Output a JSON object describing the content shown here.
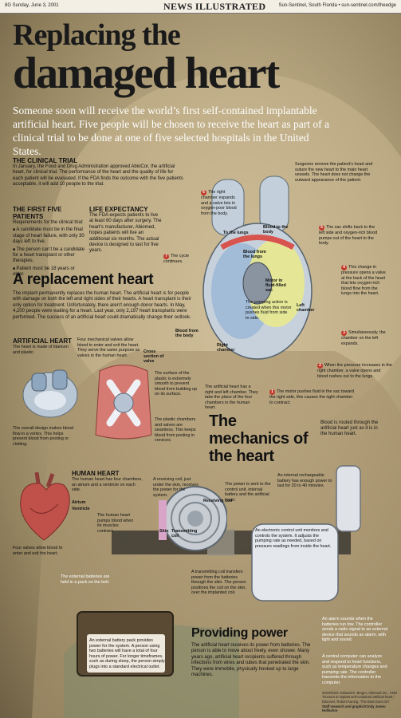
{
  "masthead": {
    "left": "8G   Sunday, June 3, 2001",
    "center": "NEWS ILLUSTRATED",
    "right": "Sun-Sentinel, South Florida • sun-sentinel.com/theedge"
  },
  "title": {
    "line1": "Replacing the",
    "line2": "damaged heart"
  },
  "intro": "Someone soon will receive the world’s first self-contained implantable artificial heart. Five people will be chosen to receive the heart as part of a clinical trial to be done at one of five selected hospitals in the United States.",
  "clinical_trial": {
    "heading": "THE CLINICAL TRIAL",
    "text": "In January, the Food and Drug Administration approved AbioCor, the artificial heart, for clinical trial. The performance of the heart and the quality of life for each patient will be evaluated. If the FDA finds the outcome with the five patients acceptable, it will add 10 people to the trial."
  },
  "first_five": {
    "heading": "THE FIRST FIVE PATIENTS",
    "intro": "Requirements for the clinical trial:",
    "bullets": [
      "A candidate must be in the final stage of heart failure, with only 30 days left to live.",
      "The person can’t be a candidate for a heart transplant or other therapies.",
      "Patient must be 18 years or older."
    ]
  },
  "life_expectancy": {
    "heading": "LIFE EXPECTANCY",
    "text": "The FDA expects patients to live at least 60 days after surgery. The heart’s manufacturer, Abiomed, hopes patients will live an additional six months. The actual device is designed to last for five years."
  },
  "replacement": {
    "heading": "A replacement heart",
    "text": "The implant permanently replaces the human heart. The artificial heart is for people with damage on both the left and right sides of their hearts. A heart transplant is their only option for treatment. Unfortunately, there aren’t enough donor hearts. In May, 4,200 people were waiting for a heart. Last year, only 2,197 heart transplants were performed. The success of an artificial heart could dramatically change their outlook."
  },
  "artificial_heart": {
    "heading": "ARTIFICIAL HEART",
    "text": "The heart is made of titanium and plastic."
  },
  "four_valves": "Four mechanical valves allow blood to enter and exit the heart. They serve the same purpose as valves in the human heart.",
  "cross_section": "Cross section of valve",
  "surface": "The surface of the plastic is extremely smooth to prevent blood from building up on its surface.",
  "plastic_chambers": "The plastic chambers and valves are seamless. This keeps blood from pooling in crevices.",
  "overall_design": "The overall design makes blood flow in a vortex. This helps prevent blood from pooling or clotting.",
  "human_heart": {
    "heading": "HUMAN HEART",
    "text": "The human heart has four chambers, an atrium and a ventricle on each side.",
    "atrium": "Atrium",
    "ventricle": "Ventricle",
    "pumps": "The human heart pumps blood when its muscles contract.",
    "valves": "Four valves allow blood to enter and exit the heart."
  },
  "surgeons": "Surgeons remove the patient’s heart and suture the new heart to the main heart vessels. The heart does not change the outward appearance of the patient.",
  "steps": [
    {
      "n": "1",
      "text": "The motor pushes fluid in the sac toward the right side, this causes the right chamber to contract."
    },
    {
      "n": "2",
      "text": "When the pressure increases in the right chamber, a valve opens and blood rushes out to the lungs."
    },
    {
      "n": "3",
      "text": "Simultaneously, the chamber on the left expands."
    },
    {
      "n": "4",
      "text": "This change in pressure opens a valve at the back of the heart that lets oxygen-rich blood flow from the lungs into the heart."
    },
    {
      "n": "5",
      "text": "The sac shifts back to the left side and oxygen-rich blood pumps out of the heart to the body."
    },
    {
      "n": "6",
      "text": "The right chamber expands and a valve lets in oxygen-poor blood from the body."
    },
    {
      "n": "7",
      "text": "The cycle continues."
    }
  ],
  "heart_labels": {
    "to_lungs": "To the lungs",
    "to_body": "Blood to the body",
    "from_lungs": "Blood from the lungs",
    "from_body": "Blood from the body",
    "motor": "Motor in fluid-filled sac",
    "pumping": "The pumping action is created when this motor pushes fluid from side to side.",
    "left": "Left chamber",
    "right": "Right chamber"
  },
  "artificial_place": "The artificial heart has a right and left chamber. They take the place of the four chambers in the human heart.",
  "mechanics_heading": "The mechanics of the heart",
  "blood_routed": "Blood is routed through the artificial heart just as it is in the human heart.",
  "internal_battery": "An internal rechargeable battery has enough power to last for 20 to 40 minutes.",
  "receiving_coil": "A receiving coil, just under the skin, receives the power for the system.",
  "receiving_coil_lbl": "Receiving coil",
  "skin_lbl": "Skin",
  "transmitting_lbl": "Transmitting coil",
  "power_sent": "The power is sent to the control unit, internal battery and the artificial heart.",
  "control_unit": "An electronic control unit monitors and controls the system. It adjusts the pumping rate as needed, based on pressure readings from inside the heart.",
  "transmitting_coil": "A transmitting coil transfers power from the batteries through the skin. The person positions the coil on the skin, over the implanted coil.",
  "external_packs": "The external batteries are held in a pack on the belt.",
  "external_battery": "An external battery pack provides power for the system. A person using two batteries will have a total of four hours of power. For longer timeframes, such as during sleep, the person simply plugs into a standard electrical outlet.",
  "alarm": "An alarm sounds when the batteries run low. The controller sends a radio signal to an external device that sounds an alarm, with light and sound.",
  "central_computer": "A central computer can analyze and respond to heart functions, such as temperature changes and pumping rate. The controller transmits the information to the computer.",
  "providing": {
    "heading": "Providing power",
    "text": "The artificial heart receives its power from batteries. The person is able to move about freely, even shower. Many years ago, artificial heart recipients suffered through infections from wires and tubes that penetrated the skin. They were immobile, physically hooked up to large machines."
  },
  "sources": "SOURCES: Edward E. Berger, Abiomed Inc., CNN “Doctors to implant self-contained artificial heart,” Discover, Robert Kunzig, “The Beat Goes On”",
  "credit": "Staff research and graphic/Cindy Jones-Hulfachor"
}
